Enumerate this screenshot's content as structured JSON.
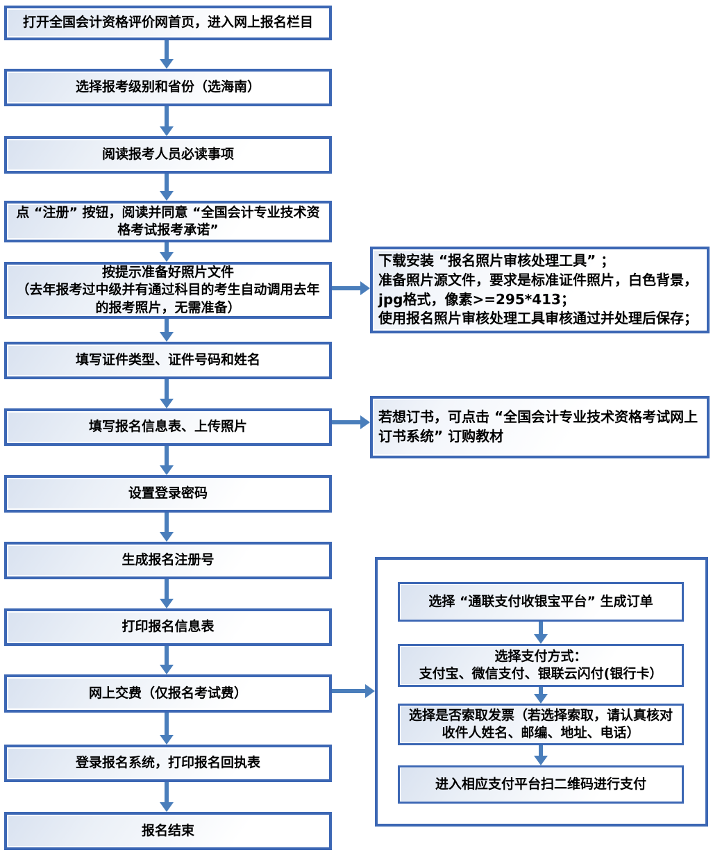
{
  "colors": {
    "box_border": "#3c67b4",
    "arrow": "#4a7ebb"
  },
  "flow": {
    "main_steps": [
      {
        "label": "打开全国会计资格评价网首页，进入网上报名栏目"
      },
      {
        "label": "选择报考级别和省份（选海南）"
      },
      {
        "label": "阅读报考人员必读事项"
      },
      {
        "label": "点 “注册” 按钮，阅读并同意 “全国会计专业技术资\n格考试报考承诺”"
      },
      {
        "label": "按提示准备好照片文件\n（去年报考过中级并有通过科目的考生自动调用去年\n的报考照片，无需准备）"
      },
      {
        "label": "填写证件类型、证件号码和姓名"
      },
      {
        "label": "填写报名信息表、上传照片"
      },
      {
        "label": "设置登录密码"
      },
      {
        "label": "生成报名注册号"
      },
      {
        "label": "打印报名信息表"
      },
      {
        "label": "网上交费（仅报名考试费）"
      },
      {
        "label": "登录报名系统，打印报名回执表"
      },
      {
        "label": "报名结束"
      }
    ],
    "side_notes": [
      {
        "label": "下载安装 “报名照片审核处理工具” ；\n准备照片源文件，要求是标准证件照片，白色背景，\njpg格式，像素>=295*413；\n使用报名照片审核处理工具审核通过并处理后保存；"
      },
      {
        "label": "若想订书，可点击 “全国会计专业技术资格考试网上\n订书系统” 订购教材"
      }
    ],
    "payment_steps": [
      {
        "label": "选择 “通联支付收银宝平台” 生成订单"
      },
      {
        "label": "选择支付方式：\n支付宝、微信支付、银联云闪付(银行卡）"
      },
      {
        "label": "选择是否索取发票（若选择索取，请认真核对\n收件人姓名、邮编、地址、电话）"
      },
      {
        "label": "进入相应支付平台扫二维码进行支付"
      }
    ]
  }
}
